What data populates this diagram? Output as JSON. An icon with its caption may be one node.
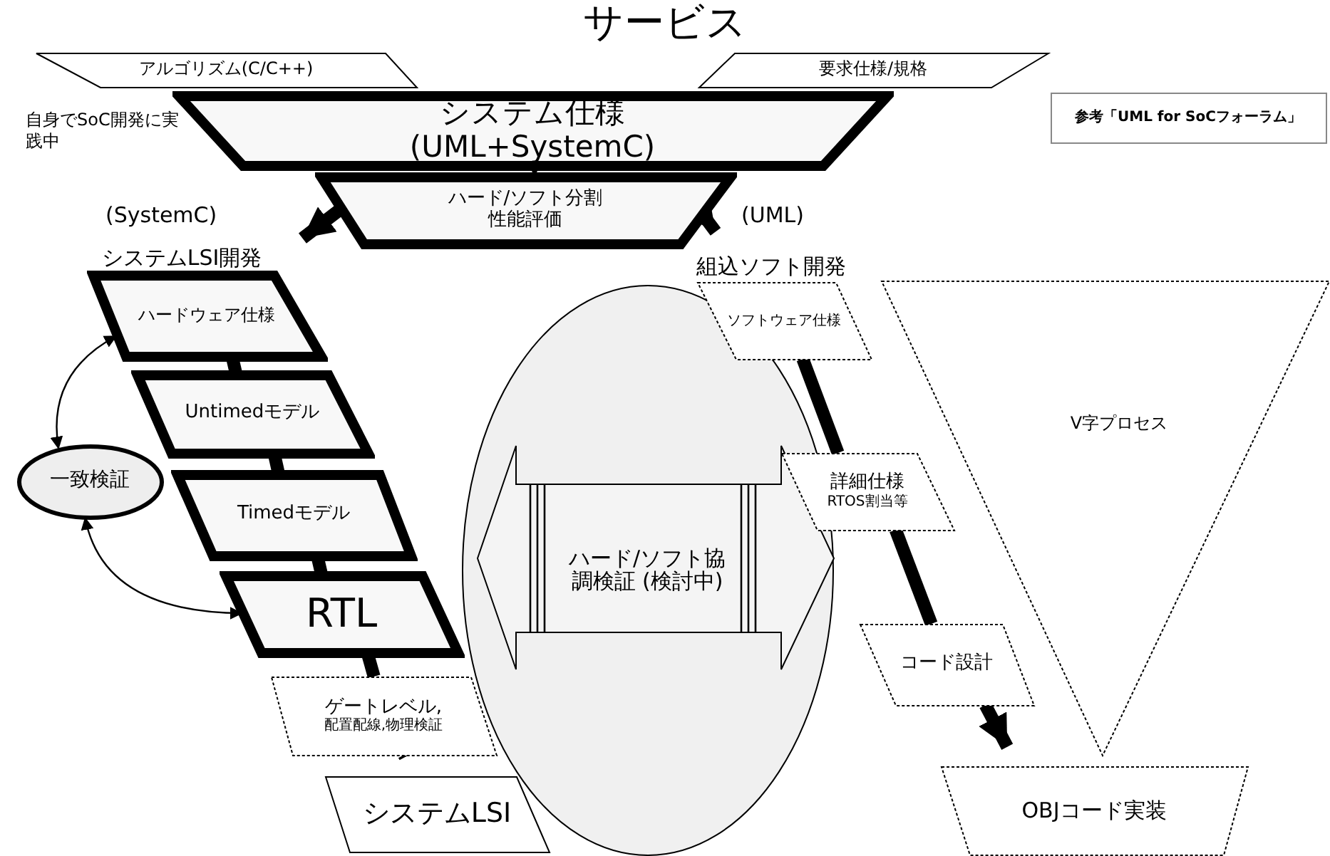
{
  "diagram": {
    "title": "サービス",
    "nodes": [
      {
        "text": [
          "アルゴリズム(C/C++)"
        ]
      },
      {
        "text": [
          "要求仕様/規格"
        ]
      },
      {
        "text": [
          "システム仕様 (UML+SystemC)"
        ]
      },
      {
        "text": [
          "ハード/ソフト分割",
          "性能評価"
        ]
      },
      {
        "text": [
          "システムLSI開発"
        ]
      },
      {
        "text": [
          "組込ソフト開発"
        ]
      },
      {
        "text": [
          "ハードウェア仕様"
        ]
      },
      {
        "text": [
          "Untimedモデル"
        ]
      },
      {
        "text": [
          "Timedモデル"
        ]
      },
      {
        "text": [
          "RTL"
        ]
      },
      {
        "text": [
          "ゲートレベル,",
          "配置配線,物理検証"
        ]
      },
      {
        "text": [
          "システムLSI"
        ]
      },
      {
        "text": [
          "一致検証"
        ]
      },
      {
        "text": [
          "ソフトウェア仕様"
        ]
      },
      {
        "text": [
          "詳細仕様",
          "RTOS割当等"
        ]
      },
      {
        "text": [
          "コード設計"
        ]
      },
      {
        "text": [
          "OBJコード実装"
        ]
      },
      {
        "text": [
          "ハード/ソフト協調検証 (検討中)"
        ]
      },
      {
        "text": [
          "V字プロセス"
        ]
      },
      {
        "text": [
          "参考「UML for SoCフォーラム」"
        ]
      }
    ],
    "edges": [
      {
        "from": 2,
        "to": 3,
        "arrow": "to"
      },
      {
        "from": 3,
        "to": 4,
        "arrow": "to"
      },
      {
        "from": 3,
        "to": 5,
        "arrow": "to"
      },
      {
        "from": 6,
        "to": 7,
        "arrow": "none"
      },
      {
        "from": 7,
        "to": 8,
        "arrow": "none"
      },
      {
        "from": 8,
        "to": 9,
        "arrow": "none"
      },
      {
        "from": 9,
        "to": 10,
        "arrow": "none"
      },
      {
        "from": 10,
        "to": 11,
        "arrow": "to"
      },
      {
        "from": 13,
        "to": 14,
        "arrow": "none"
      },
      {
        "from": 14,
        "to": 15,
        "arrow": "none"
      },
      {
        "from": 15,
        "to": 16,
        "arrow": "to"
      },
      {
        "from": 12,
        "to": 6,
        "arrow": "both"
      },
      {
        "from": 12,
        "to": 9,
        "arrow": "both"
      }
    ],
    "labels": [
      "自身でSoC開発に実践中",
      "(SystemC)",
      "(UML)"
    ]
  }
}
